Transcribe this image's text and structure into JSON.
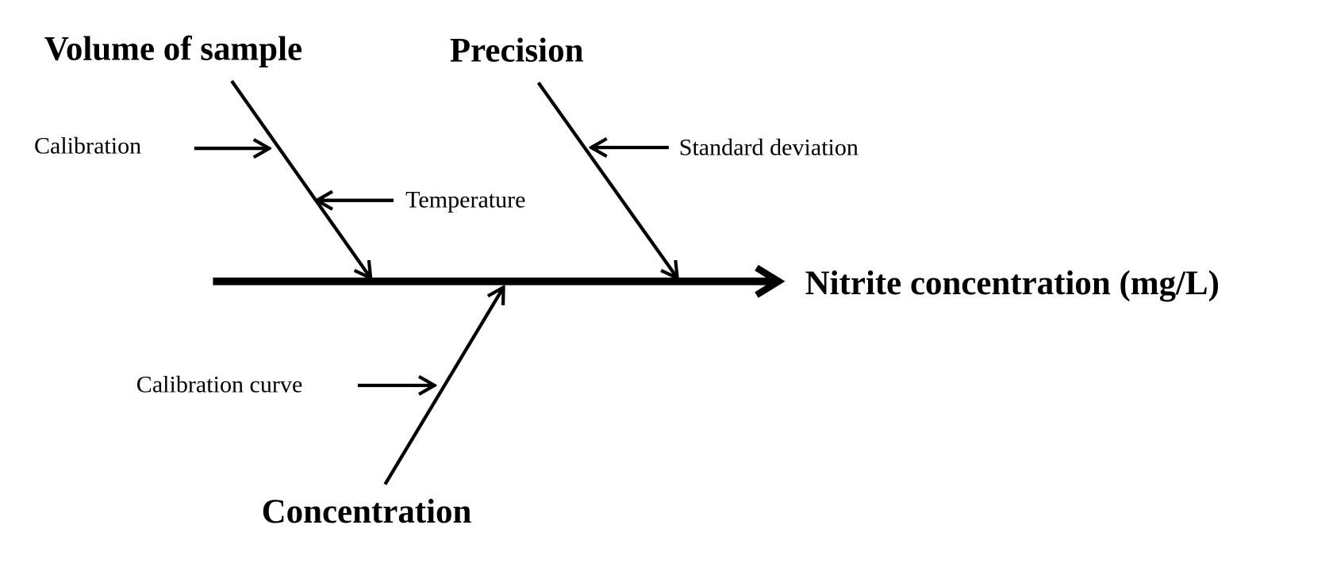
{
  "effect": "Nitrite concentration (mg/L)",
  "categories": [
    {
      "label": "Volume of sample",
      "causes": [
        "Calibration",
        "Temperature"
      ]
    },
    {
      "label": "Precision",
      "causes": [
        "Standard deviation"
      ]
    },
    {
      "label": "Concentration",
      "causes": [
        "Calibration curve"
      ]
    }
  ],
  "colors": {
    "ink": "#000000",
    "background": "#ffffff"
  }
}
